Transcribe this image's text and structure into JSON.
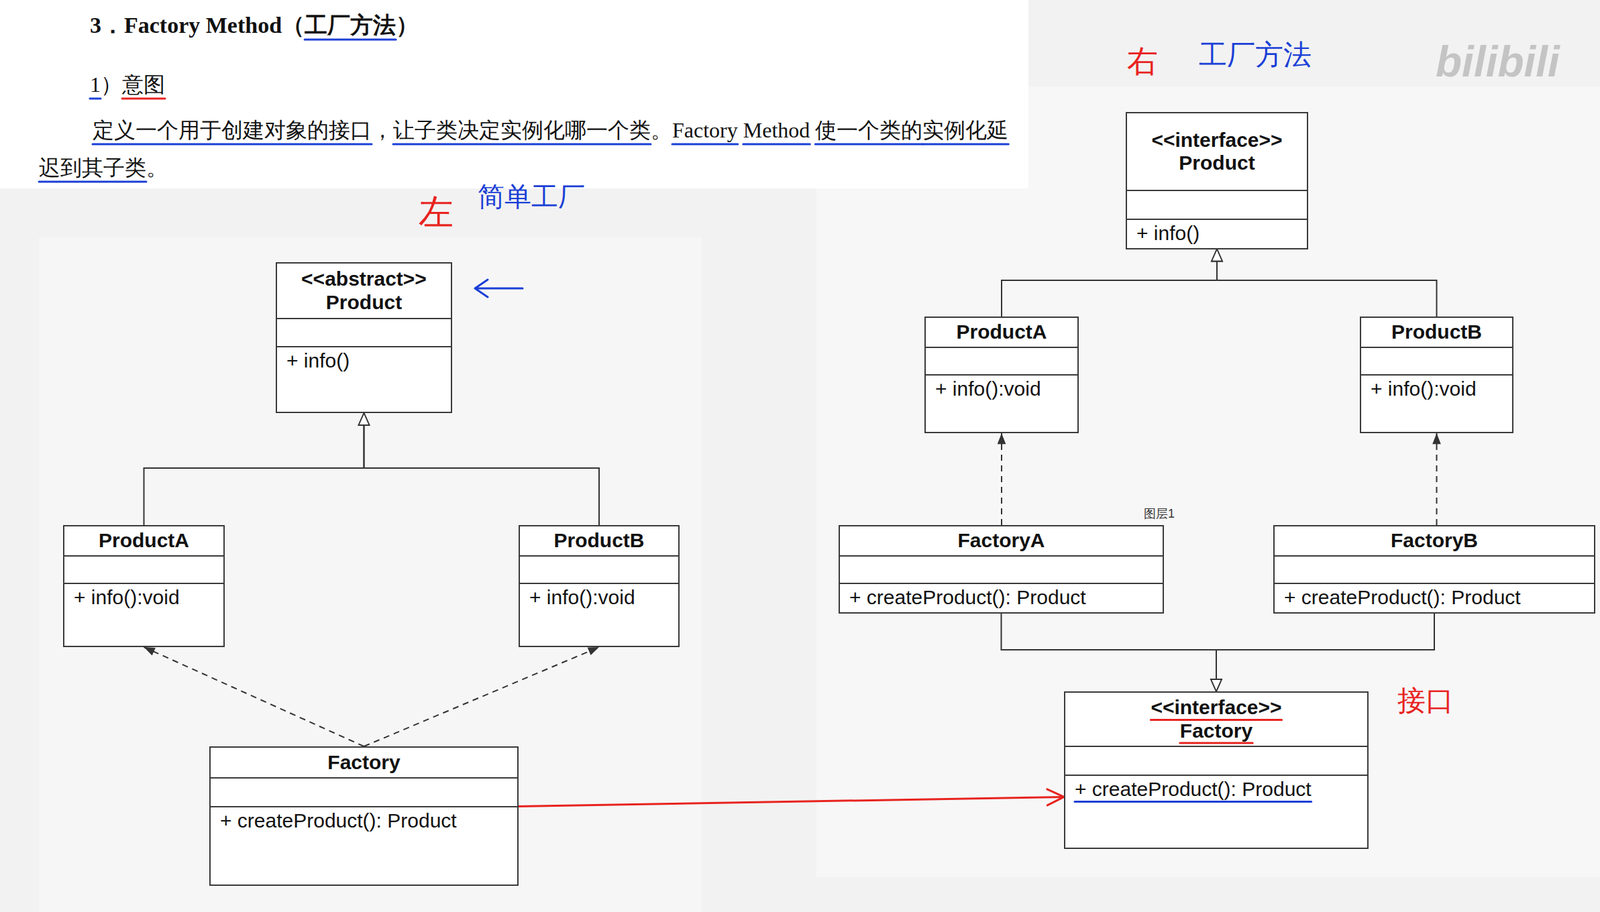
{
  "diagram": {
    "title": "3．Factory Method（工厂方法）",
    "nodes": [
      {
        "text": [
          "<<abstract>>",
          "Product",
          "+ info()"
        ]
      },
      {
        "text": [
          "ProductA",
          "+ info():void"
        ]
      },
      {
        "text": [
          "ProductB",
          "+ info():void"
        ]
      },
      {
        "text": [
          "Factory",
          "+ createProduct(): Product"
        ]
      },
      {
        "text": [
          "<<interface>>",
          "Product",
          "+ info()"
        ]
      },
      {
        "text": [
          "ProductA",
          "+ info():void"
        ]
      },
      {
        "text": [
          "ProductB",
          "+ info():void"
        ]
      },
      {
        "text": [
          "FactoryA",
          "+ createProduct(): Product"
        ]
      },
      {
        "text": [
          "FactoryB",
          "+ createProduct(): Product"
        ]
      },
      {
        "text": [
          "<<interface>>",
          "Factory",
          "+ createProduct(): Product"
        ]
      }
    ],
    "edges": [
      {
        "from": 1,
        "to": 0,
        "arrow": "to"
      },
      {
        "from": 2,
        "to": 0,
        "arrow": "to"
      },
      {
        "from": 3,
        "to": 1,
        "arrow": "to"
      },
      {
        "from": 3,
        "to": 2,
        "arrow": "to"
      },
      {
        "from": 5,
        "to": 4,
        "arrow": "to"
      },
      {
        "from": 6,
        "to": 4,
        "arrow": "to"
      },
      {
        "from": 7,
        "to": 5,
        "arrow": "to"
      },
      {
        "from": 8,
        "to": 6,
        "arrow": "to"
      },
      {
        "from": 7,
        "to": 9,
        "arrow": "to"
      },
      {
        "from": 8,
        "to": 9,
        "arrow": "to"
      },
      {
        "from": 3,
        "to": 9,
        "arrow": "to"
      }
    ],
    "labels": [
      "1）意图",
      "定义一个用于创建对象的接口，让子类决定实例化哪一个类。Factory Method 使一个类的实例化延迟到其子类。",
      "左",
      "简单工厂",
      "右",
      "工厂方法",
      "接口",
      "图层1",
      "bilibili"
    ]
  }
}
